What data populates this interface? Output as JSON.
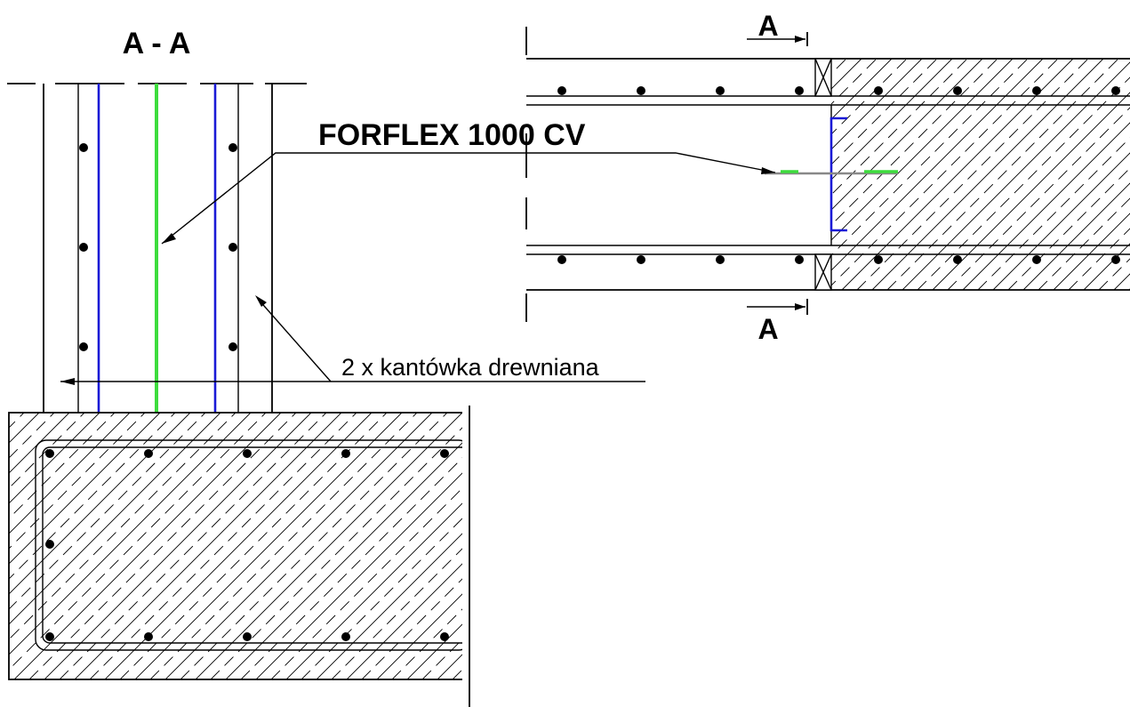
{
  "labels": {
    "section_title": "A - A",
    "section_mark_top": "A",
    "section_mark_bottom": "A",
    "product_label": "FORFLEX 1000 CV",
    "timber_label": "2 x kantówka drewniana"
  },
  "colors": {
    "line": "#000000",
    "waterstop_blue": "#1a1ad6",
    "waterstop_green": "#3ddc3d",
    "joint_grey": "#888888"
  }
}
